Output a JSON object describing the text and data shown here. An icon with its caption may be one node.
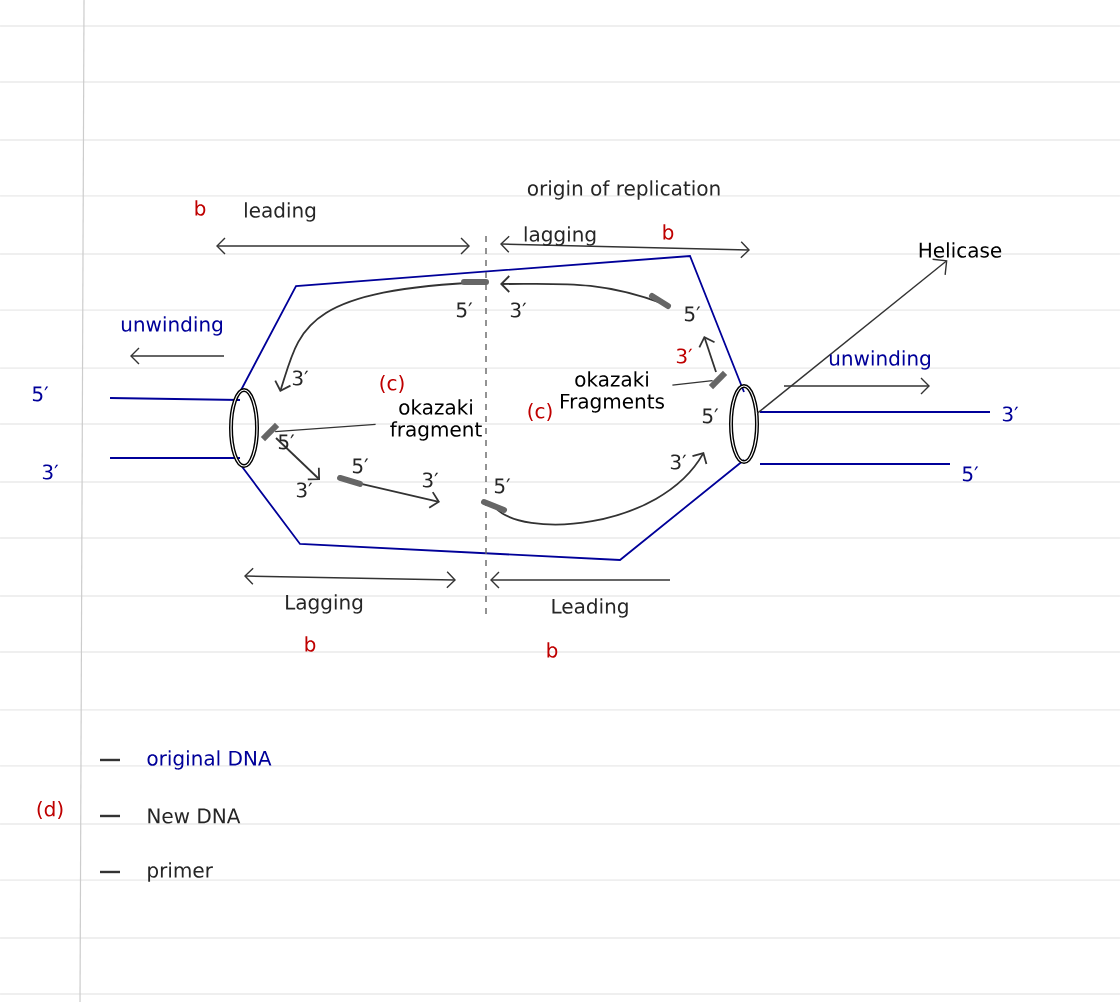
{
  "diagram": {
    "nodes": [
      {
        "text": [
          "Helicase"
        ]
      },
      {
        "text": [],
        "shape": "circle"
      },
      {
        "text": [],
        "shape": "circle"
      },
      {
        "text": [
          "okazaki fragment"
        ],
        "beside": [
          "(c)"
        ]
      },
      {
        "text": [],
        "shape": "bar"
      },
      {
        "text": [
          "okazaki Fragments"
        ],
        "beside": [
          "(c)"
        ]
      },
      {
        "text": [],
        "shape": "bar"
      }
    ],
    "edges": [
      {
        "from": 2,
        "to": 0,
        "arrow": "to"
      },
      {
        "from": 3,
        "to": 4,
        "arrow": "none"
      },
      {
        "from": 5,
        "to": 6,
        "arrow": "none"
      }
    ],
    "labels": [
      "b",
      "leading",
      "origin of replication",
      "lagging",
      "b",
      "5′",
      "3′",
      "5′",
      "unwinding",
      "3′",
      "5′",
      "3′",
      "unwinding",
      "3′",
      "5′",
      "5′",
      "3′",
      "3′",
      "5′",
      "3′",
      "5′",
      "3′",
      "5′",
      "Lagging",
      "b",
      "Leading",
      "b",
      "(d)"
    ],
    "legend": [
      {
        "text": "original DNA"
      },
      {
        "text": "New DNA"
      },
      {
        "text": "primer"
      }
    ]
  }
}
